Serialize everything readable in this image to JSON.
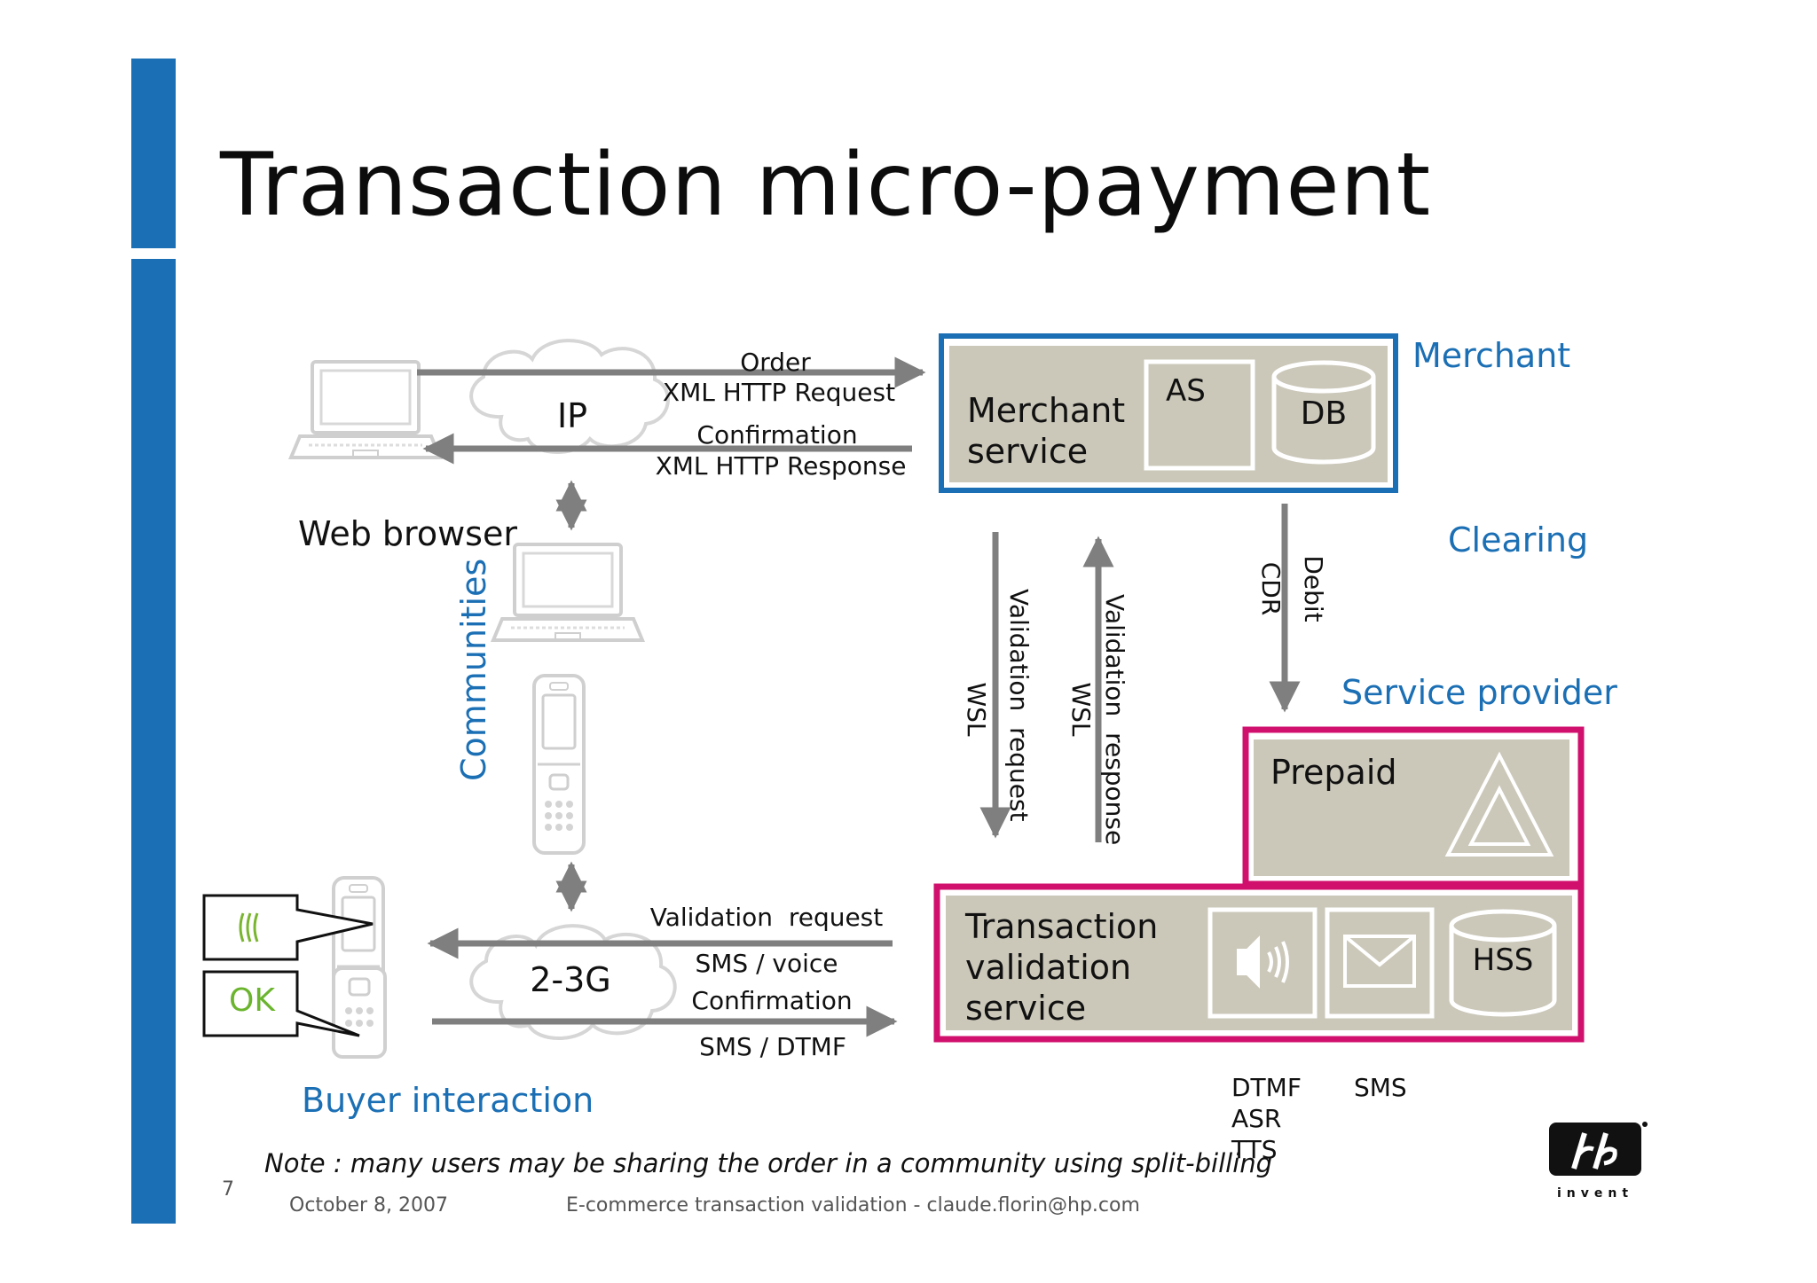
{
  "title": "Transaction micro-payment",
  "labels": {
    "merchant": "Merchant",
    "clearing": "Clearing",
    "service_provider": "Service provider",
    "communities": "Communities",
    "buyer_interaction": "Buyer interaction",
    "web_browser": "Web browser",
    "ip": "IP",
    "g23": "2-3G"
  },
  "ip_flow": {
    "order": "Order",
    "xml_request": "XML HTTP Request",
    "confirmation": "Confirmation",
    "xml_response": "XML HTTP Response"
  },
  "mobile_flow": {
    "validation_request": "Validation  request",
    "sms_voice": "SMS / voice",
    "confirmation": "Confirmation",
    "sms_dtmf": "SMS / DTMF"
  },
  "merchant_box": {
    "service_line1": "Merchant",
    "service_line2": "service",
    "as": "AS",
    "db": "DB"
  },
  "prepaid_box": {
    "label": "Prepaid"
  },
  "validation_box": {
    "line1": "Transaction",
    "line2": "validation",
    "line3": "service",
    "hss": "HSS"
  },
  "wsl_flow": {
    "wsl1": "WSL",
    "validation_request": "Validation  request",
    "wsl2": "WSL",
    "validation_response": "Validation  response"
  },
  "clearing_flow": {
    "cdr": "CDR",
    "debit": "Debit"
  },
  "channels": {
    "dtmf": "DTMF",
    "asr": "ASR",
    "tts": "TTS",
    "sms": "SMS"
  },
  "bubbles": {
    "ok": "OK"
  },
  "note": "Note : many users may be sharing the order in a community using split-billing",
  "footer": {
    "page_number": "7",
    "date": "October 8, 2007",
    "center": "E-commerce transaction validation - claude.florin@hp.com"
  },
  "logo": {
    "text": "invent"
  },
  "colors": {
    "accent_blue": "#1b6fb4",
    "magenta": "#d1106e",
    "box_fill": "#cbc8ba",
    "arrow_gray": "#7f7f7f",
    "ok_green": "#6bb52e"
  }
}
